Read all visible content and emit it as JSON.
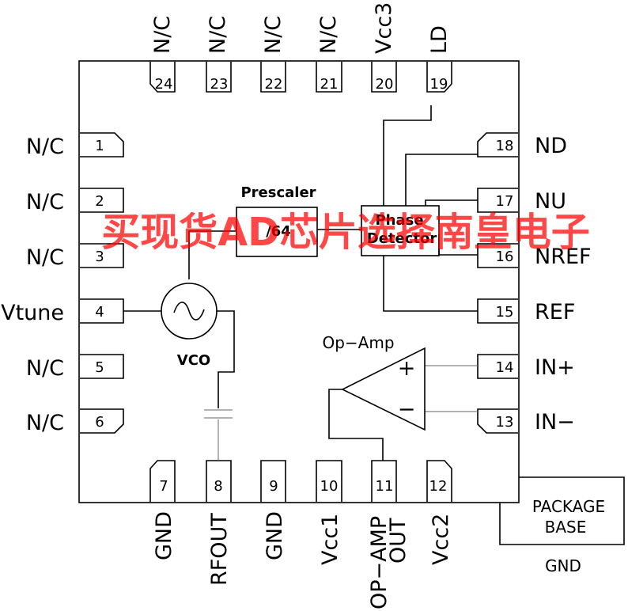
{
  "pins_top": [
    {
      "num": "24",
      "label": "N/C"
    },
    {
      "num": "23",
      "label": "N/C"
    },
    {
      "num": "22",
      "label": "N/C"
    },
    {
      "num": "21",
      "label": "N/C"
    },
    {
      "num": "20",
      "label": "Vcc3"
    },
    {
      "num": "19",
      "label": "LD"
    }
  ],
  "pins_left": [
    {
      "num": "1",
      "label": "N/C"
    },
    {
      "num": "2",
      "label": "N/C"
    },
    {
      "num": "3",
      "label": "N/C"
    },
    {
      "num": "4",
      "label": "Vtune"
    },
    {
      "num": "5",
      "label": "N/C"
    },
    {
      "num": "6",
      "label": "N/C"
    }
  ],
  "pins_right": [
    {
      "num": "18",
      "label": "ND"
    },
    {
      "num": "17",
      "label": "NU"
    },
    {
      "num": "16",
      "label": "NREF"
    },
    {
      "num": "15",
      "label": "REF"
    },
    {
      "num": "14",
      "label": "IN+"
    },
    {
      "num": "13",
      "label": "IN−"
    }
  ],
  "pins_bottom": [
    {
      "num": "7",
      "label": "GND"
    },
    {
      "num": "8",
      "label": "RFOUT"
    },
    {
      "num": "9",
      "label": "GND"
    },
    {
      "num": "10",
      "label": "Vcc1"
    },
    {
      "num": "11",
      "label": "OP−AMP",
      "label2": "OUT"
    },
    {
      "num": "12",
      "label": "Vcc2"
    }
  ],
  "blocks": {
    "prescaler_label": "Prescaler",
    "prescaler_ratio": "/64",
    "phase_detector_line1": "Phase",
    "phase_detector_line2": "Detector",
    "vco_label": "VCO",
    "opamp_label": "Op−Amp",
    "opamp_plus": "+",
    "opamp_minus": "−"
  },
  "package_base": {
    "line1": "PACKAGE",
    "line2": "BASE",
    "ground_label": "GND"
  },
  "watermark": "买现货AD芯片选择南皇电子"
}
